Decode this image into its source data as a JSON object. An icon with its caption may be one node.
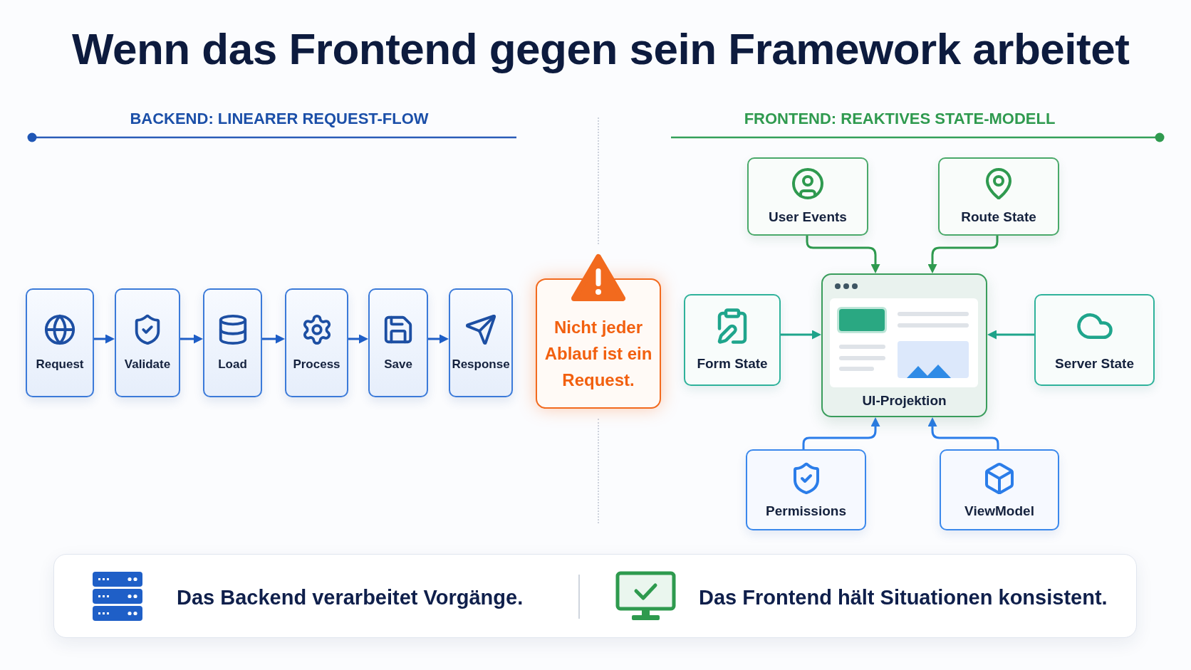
{
  "diagram": {
    "title": "Wenn das Frontend gegen sein Framework arbeitet",
    "nodes": [
      {
        "text": [
          "Request"
        ]
      },
      {
        "text": [
          "Validate"
        ]
      },
      {
        "text": [
          "Load"
        ]
      },
      {
        "text": [
          "Process"
        ]
      },
      {
        "text": [
          "Save"
        ]
      },
      {
        "text": [
          "Response"
        ]
      },
      {
        "text": [
          "Nicht jeder Ablauf ist ein Request."
        ]
      },
      {
        "text": [
          "User Events"
        ]
      },
      {
        "text": [
          "Route State"
        ]
      },
      {
        "text": [
          "Form State"
        ]
      },
      {
        "text": [
          "UI-Projektion"
        ]
      },
      {
        "text": [
          "Server State"
        ]
      },
      {
        "text": [
          "Permissions"
        ]
      },
      {
        "text": [
          "ViewModel"
        ]
      },
      {
        "text": [
          "Das Backend verarbeitet Vorgänge.",
          "Das Frontend hält Situationen konsistent."
        ]
      }
    ],
    "edges": [
      {
        "from": 0,
        "to": 1,
        "arrow": "to"
      },
      {
        "from": 1,
        "to": 2,
        "arrow": "to"
      },
      {
        "from": 2,
        "to": 3,
        "arrow": "to"
      },
      {
        "from": 3,
        "to": 4,
        "arrow": "to"
      },
      {
        "from": 4,
        "to": 5,
        "arrow": "to"
      },
      {
        "from": 7,
        "to": 10,
        "arrow": "to",
        "color": "#2f9a4f"
      },
      {
        "from": 8,
        "to": 10,
        "arrow": "to",
        "color": "#2f9a4f"
      },
      {
        "from": 9,
        "to": 10,
        "arrow": "to",
        "color": "#1fa58c"
      },
      {
        "from": 11,
        "to": 10,
        "arrow": "to",
        "color": "#1fa58c"
      },
      {
        "from": 12,
        "to": 10,
        "arrow": "to",
        "color": "#2b7de9"
      },
      {
        "from": 13,
        "to": 10,
        "arrow": "to",
        "color": "#2b7de9"
      }
    ],
    "labels": [
      "BACKEND: LINEARER REQUEST-FLOW",
      "FRONTEND: REAKTIVES STATE-MODELL"
    ]
  }
}
